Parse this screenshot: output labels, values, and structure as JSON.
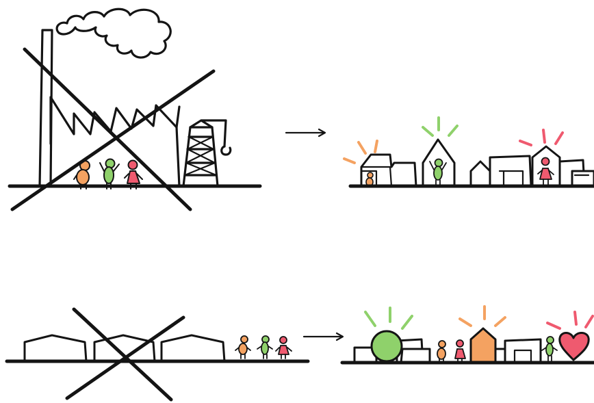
{
  "colors": {
    "ink": "#141414",
    "orange": "#F4A261",
    "green": "#8FD16B",
    "red": "#EF5A6F",
    "background": "#FFFFFF"
  },
  "panels": [
    {
      "id": "industry-before",
      "crossed_out": true,
      "people": [
        "orange",
        "green",
        "red"
      ]
    },
    {
      "id": "mixed-city-after",
      "crossed_out": false,
      "people": [
        "orange",
        "green",
        "red"
      ]
    },
    {
      "id": "warehouses-before",
      "crossed_out": true,
      "people": [
        "orange",
        "green",
        "red"
      ]
    },
    {
      "id": "lively-neighborhood-after",
      "crossed_out": false,
      "people": [
        "orange",
        "red",
        "green"
      ]
    }
  ],
  "arrows": [
    "arrow-top",
    "arrow-bottom"
  ],
  "icons": [
    "factory-icon",
    "smoke-icon",
    "crane-icon",
    "warehouse-icon",
    "house-icon",
    "heart-icon",
    "circle-building-icon",
    "person-icon"
  ]
}
